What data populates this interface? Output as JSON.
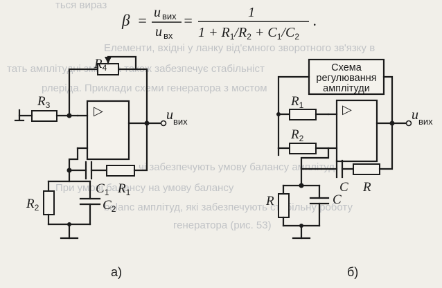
{
  "formula": {
    "lhs": "β",
    "num_var": "u",
    "num_sub": "вих",
    "den_var": "u",
    "den_sub": "вх",
    "rhs_num": "1",
    "rhs_den": "1 + R",
    "rhs_den_r1_sub": "1",
    "rhs_den_slash1": "/R",
    "rhs_den_r2_sub": "2",
    "rhs_den_plus": " + C",
    "rhs_den_c1_sub": "1",
    "rhs_den_slash2": "/C",
    "rhs_den_c2_sub": "2",
    "end": "."
  },
  "circuit_a": {
    "caption": "а)",
    "r4": {
      "letter": "R",
      "sub": "4"
    },
    "r3": {
      "letter": "R",
      "sub": "3"
    },
    "r1": {
      "letter": "R",
      "sub": "1"
    },
    "r2": {
      "letter": "R",
      "sub": "2"
    },
    "c1": {
      "letter": "C",
      "sub": "1"
    },
    "c2": {
      "letter": "C",
      "sub": "2"
    },
    "out": {
      "letter": "u",
      "sub": "вих"
    }
  },
  "circuit_b": {
    "caption": "б)",
    "box_lines": [
      "Схема",
      "регулювання",
      "амплітуди"
    ],
    "r1": {
      "letter": "R",
      "sub": "1"
    },
    "r2": {
      "letter": "R",
      "sub": "2"
    },
    "c_series": "C",
    "r_series": "R",
    "r_shunt": "R",
    "c_shunt": "C",
    "out": {
      "letter": "u",
      "sub": "вих"
    }
  },
  "amp_symbol": "▷",
  "bleed_through": [
    "ться вираз",
    "Елементи, вхідні у ланку від'ємного зворотного зв'язку в",
    "тать амплітудні зміни, а також забезпечує стабільніст",
    "рлеріда. Приклади схеми генератора з мостом",
    "чі забезпечують умову балансу амплітуд",
    "При умові балансу на умову балансу",
    "balanс амплітуд, які забезпечують стабільну роботу",
    "генератора (рис. 53)"
  ],
  "colors": {
    "ink": "#1b1b1b",
    "paper": "#f1efe9"
  }
}
